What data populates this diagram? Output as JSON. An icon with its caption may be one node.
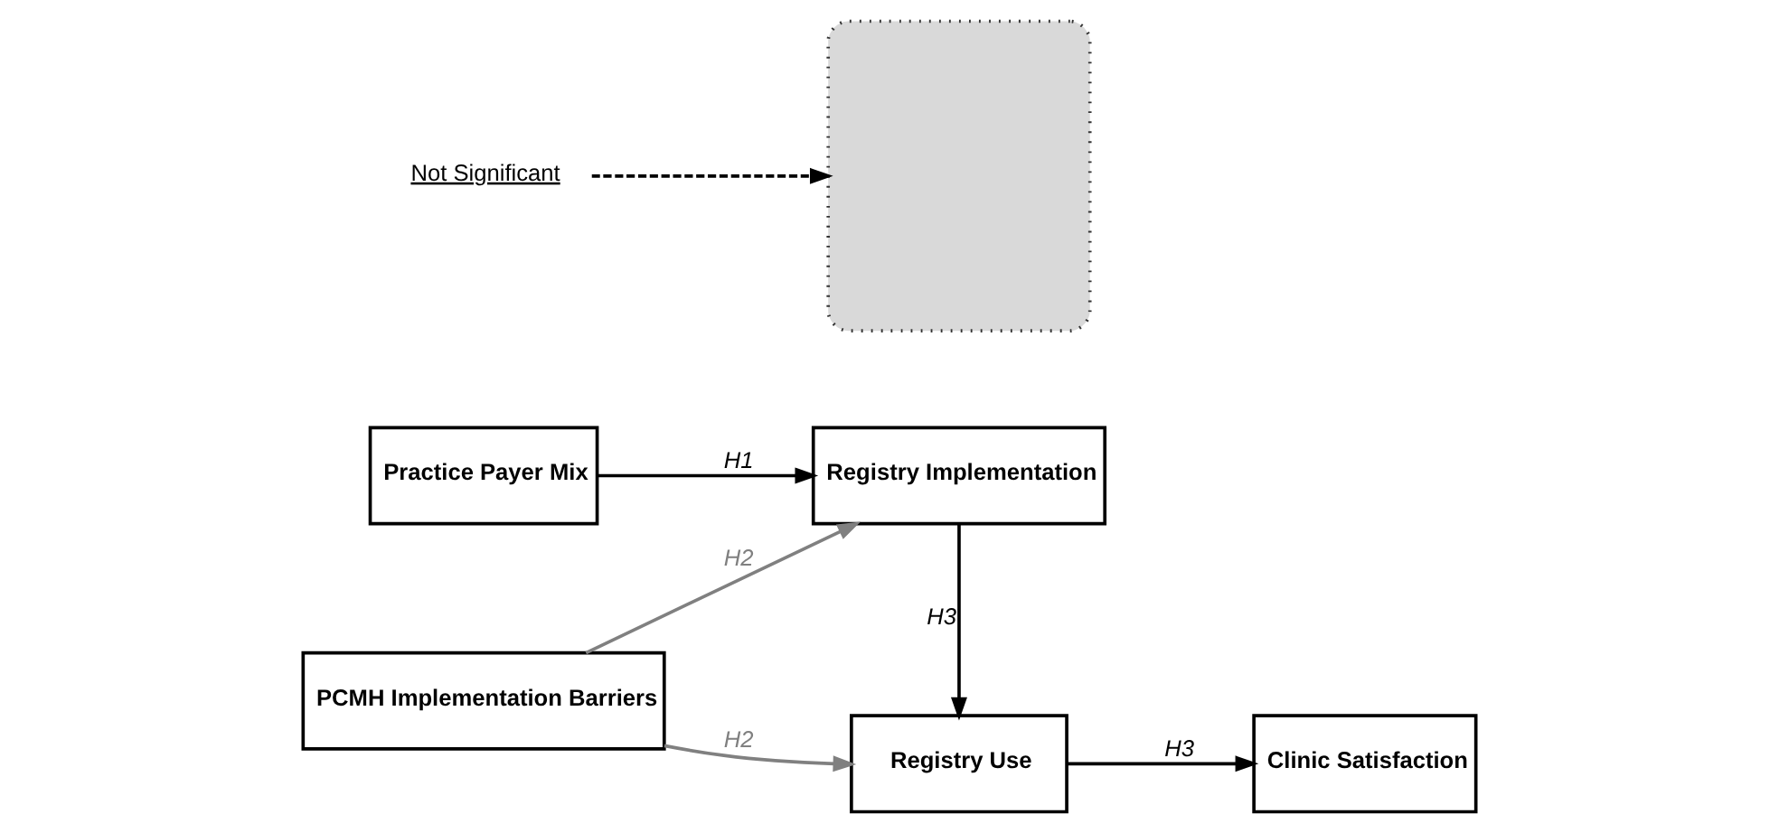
{
  "diagram": {
    "nodes": [
      {
        "text": [
          "Practice Payer Mix"
        ]
      },
      {
        "text": [
          "Registry Implementation"
        ]
      },
      {
        "text": [
          "PCMH Implementation Barriers"
        ]
      },
      {
        "text": [
          "Registry Use"
        ]
      },
      {
        "text": [
          "Clinic Satisfaction"
        ]
      },
      {
        "text": [],
        "shape": "box"
      },
      {
        "text": [
          "Not Significant"
        ]
      }
    ],
    "edges": [
      {
        "from": 0,
        "to": 1,
        "arrow": "to",
        "label": "H1"
      },
      {
        "from": 2,
        "to": 1,
        "arrow": "to",
        "label": "H2",
        "color": "#808080"
      },
      {
        "from": 2,
        "to": 3,
        "arrow": "to",
        "label": "H2",
        "color": "#808080"
      },
      {
        "from": 1,
        "to": 3,
        "arrow": "to",
        "label": "H3"
      },
      {
        "from": 3,
        "to": 4,
        "arrow": "to",
        "label": "H3"
      },
      {
        "from": 6,
        "to": 5,
        "arrow": "to",
        "style": "dashed"
      }
    ]
  }
}
